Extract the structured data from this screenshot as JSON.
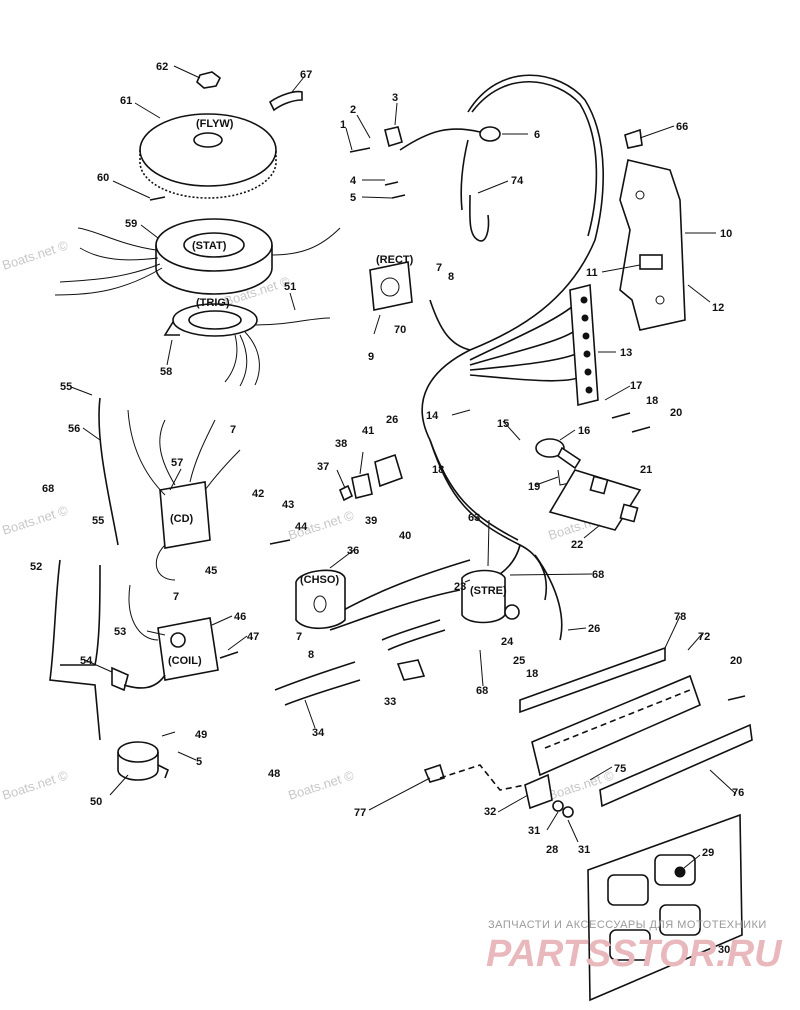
{
  "component_labels": {
    "flyw": "(FLYW)",
    "stat": "(STAT)",
    "trig": "(TRIG)",
    "rect": "(RECT)",
    "cd": "(CD)",
    "coil": "(COIL)",
    "chso": "(CHSO)",
    "stre": "(STRE)"
  },
  "watermarks": {
    "boats_net": "Boats.net ©",
    "store_tagline": "ЗАПЧАСТИ И АКСЕССУАРЫ ДЛЯ МОТОТЕХНИКИ",
    "store_brand": "PARTSSTOR.RU"
  },
  "callouts": [
    "62",
    "67",
    "61",
    "2",
    "3",
    "1",
    "6",
    "4",
    "5",
    "74",
    "66",
    "60",
    "10",
    "59",
    "11",
    "12",
    "51",
    "7",
    "8",
    "70",
    "13",
    "9",
    "58",
    "55",
    "17",
    "18",
    "20",
    "14",
    "56",
    "15",
    "16",
    "26",
    "38",
    "41",
    "7",
    "18",
    "37",
    "57",
    "19",
    "21",
    "68",
    "42",
    "43",
    "39",
    "40",
    "22",
    "44",
    "55",
    "45",
    "63",
    "52",
    "36",
    "23",
    "68",
    "7",
    "46",
    "7",
    "53",
    "47",
    "24",
    "26",
    "78",
    "72",
    "8",
    "25",
    "18",
    "20",
    "54",
    "68",
    "33",
    "49",
    "34",
    "5",
    "48",
    "75",
    "50",
    "77",
    "32",
    "76",
    "31",
    "28",
    "31",
    "29",
    "30"
  ]
}
